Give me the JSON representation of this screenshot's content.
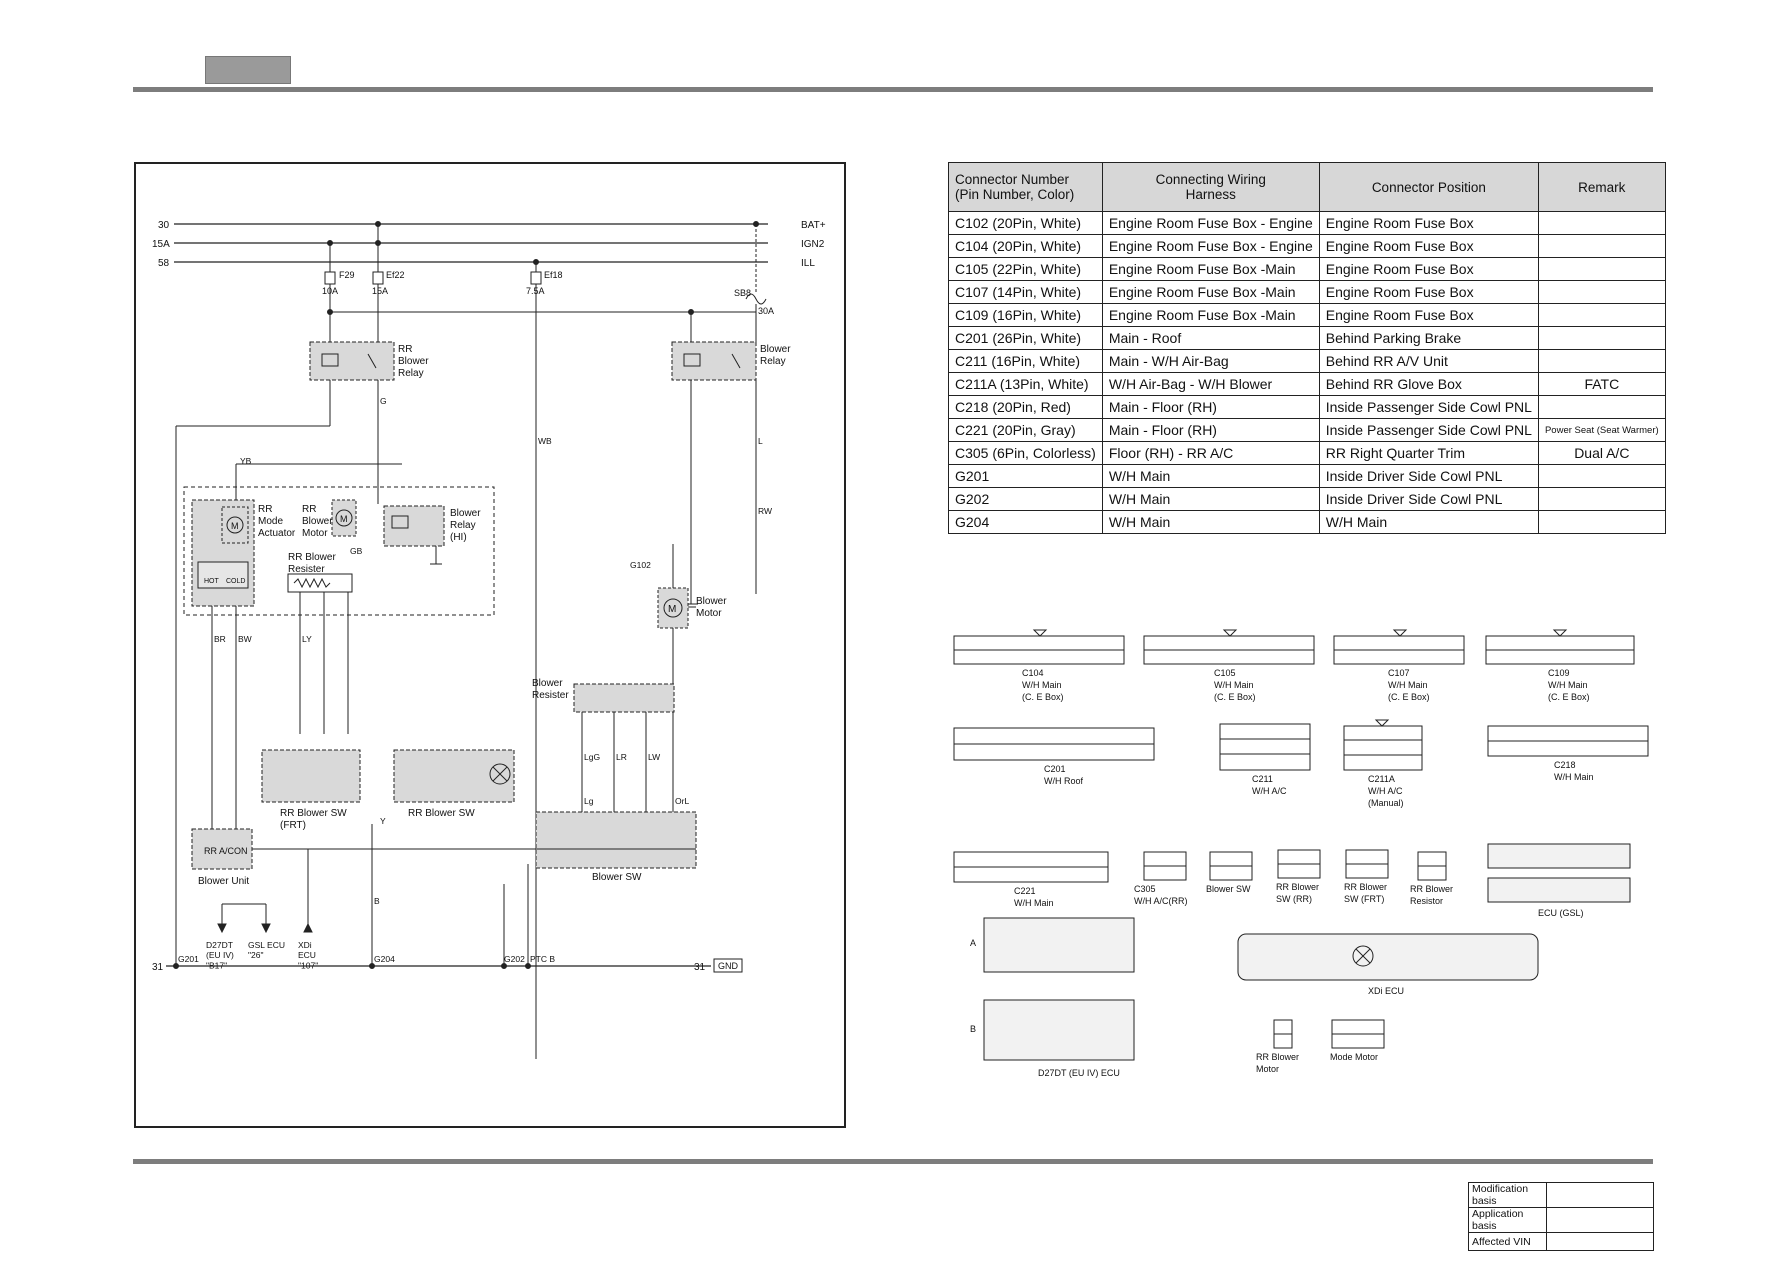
{
  "page": {
    "header_tab": "",
    "modification": {
      "rows": [
        {
          "label": "Modification basis",
          "value": ""
        },
        {
          "label": "Application basis",
          "value": ""
        },
        {
          "label": "Affected VIN",
          "value": ""
        }
      ]
    }
  },
  "connector_table": {
    "headers": [
      "Connector Number\n(Pin Number, Color)",
      "Connecting Wiring\nHarness",
      "Connector Position",
      "Remark"
    ],
    "rows": [
      [
        "C102 (20Pin, White)",
        "Engine Room Fuse Box - Engine",
        "Engine Room Fuse Box",
        ""
      ],
      [
        "C104 (20Pin, White)",
        "Engine Room Fuse Box - Engine",
        "Engine Room Fuse Box",
        ""
      ],
      [
        "C105 (22Pin, White)",
        "Engine Room Fuse Box -Main",
        "Engine Room Fuse Box",
        ""
      ],
      [
        "C107 (14Pin, White)",
        "Engine Room Fuse Box -Main",
        "Engine Room Fuse Box",
        ""
      ],
      [
        "C109 (16Pin, White)",
        "Engine Room Fuse Box -Main",
        "Engine Room Fuse Box",
        ""
      ],
      [
        "C201 (26Pin, White)",
        "Main - Roof",
        "Behind Parking Brake",
        ""
      ],
      [
        "C211 (16Pin, White)",
        "Main - W/H Air-Bag",
        "Behind RR A/V Unit",
        ""
      ],
      [
        "C211A (13Pin, White)",
        "W/H Air-Bag - W/H Blower",
        "Behind RR Glove Box",
        "FATC"
      ],
      [
        "C218 (20Pin, Red)",
        "Main - Floor (RH)",
        "Inside Passenger Side Cowl PNL",
        ""
      ],
      [
        "C221 (20Pin, Gray)",
        "Main - Floor (RH)",
        "Inside Passenger Side Cowl PNL",
        "Power Seat (Seat Warmer)"
      ],
      [
        "C305 (6Pin, Colorless)",
        "Floor (RH) - RR A/C",
        "RR Right Quarter Trim",
        "Dual A/C"
      ],
      [
        "G201",
        "W/H Main",
        "Inside Driver Side Cowl PNL",
        ""
      ],
      [
        "G202",
        "W/H Main",
        "Inside Driver Side Cowl PNL",
        ""
      ],
      [
        "G204",
        "W/H Main",
        "W/H Main",
        ""
      ]
    ]
  },
  "schematic": {
    "rails": {
      "r30": "30",
      "r15a": "15A",
      "r58": "58",
      "bat": "BAT+",
      "ign": "IGN2",
      "ill": "ILL",
      "gnd_left": "31",
      "gnd_right": "31",
      "gnd_box": "GND"
    },
    "fuses": {
      "f29": "F29",
      "f29_amp": "10A",
      "ef22": "Ef22",
      "ef22_amp": "15A",
      "ef18": "Ef18",
      "ef18_amp": "7.5A",
      "sb8": "SB8",
      "sb8_amp": "30A"
    },
    "relays": {
      "rr_blower_relay": "RR\nBlower\nRelay",
      "blower_relay": "Blower\nRelay",
      "blower_relay_hi": "Blower\nRelay\n(HI)"
    },
    "components": {
      "rr_mode_actuator": "RR\nMode\nActuator",
      "rr_blower_motor": "RR\nBlower\nMotor",
      "rr_blower_resister": "RR Blower\nResister",
      "blower_motor": "Blower\nMotor",
      "blower_resister": "Blower\nResister",
      "rr_blower_sw_frt": "RR Blower SW\n(FRT)",
      "rr_blower_sw": "RR Blower SW",
      "blower_sw": "Blower SW",
      "rr_acon": "RR A/CON",
      "blower_unit": "Blower Unit",
      "hot": "HOT",
      "cold": "COLD",
      "d27dt": "D27DT\n(EU IV)\n\"B17\"",
      "gsl_ecu": "GSL ECU\n\"26\"",
      "xdi_ecu": "XDi\nECU\n\"107\""
    },
    "grounds": [
      "G201",
      "G204",
      "G202",
      "G102",
      "PTC B"
    ],
    "wires": [
      "G",
      "YB",
      "GB",
      "BR",
      "BW",
      "LY",
      "B",
      "WB",
      "L",
      "RW",
      "LgG",
      "LR",
      "LW",
      "Lg",
      "OrL",
      "Y"
    ]
  },
  "connector_views": {
    "c104": "C104\nW/H Main\n(C. E Box)",
    "c105": "C105\nW/H Main\n(C. E Box)",
    "c107": "C107\nW/H Main\n(C. E Box)",
    "c109": "C109\nW/H Main\n(C. E Box)",
    "c201": "C201\nW/H Roof",
    "c211": "C211\nW/H A/C",
    "c211a": "C211A\nW/H A/C\n(Manual)",
    "c218": "C218\nW/H Main",
    "c221": "C221\nW/H Main",
    "c305": "C305\nW/H A/C(RR)",
    "blower_sw": "Blower SW",
    "rr_blower_sw_rr": "RR Blower\nSW (RR)",
    "rr_blower_sw_frt": "RR Blower\nSW (FRT)",
    "rr_blower_resistor": "RR Blower\nResistor",
    "ecu_gsl": "ECU (GSL)",
    "xdi_ecu": "XDi ECU",
    "d27dt_ecu": "D27DT (EU IV) ECU",
    "rr_blower_motor": "RR Blower\nMotor",
    "mode_motor": "Mode Motor",
    "row_a": "A",
    "row_b": "B"
  }
}
